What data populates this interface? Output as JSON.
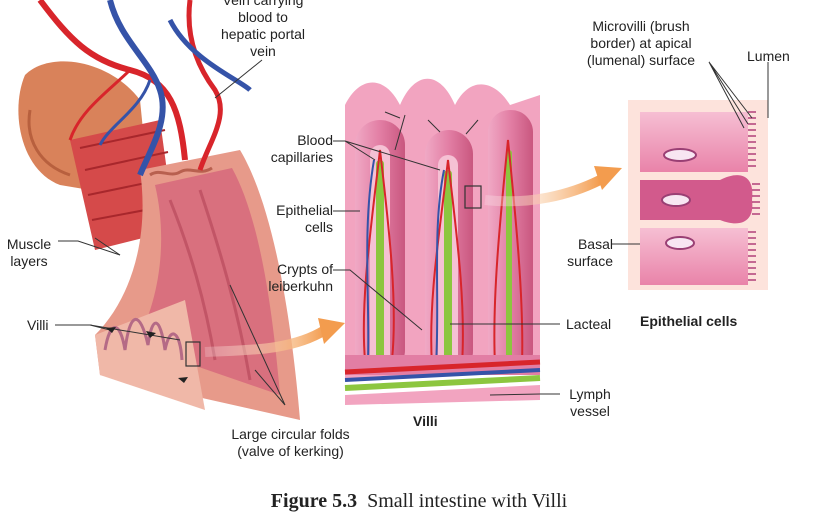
{
  "labels": {
    "vein": "Vein carrying\nblood to\nhepatic portal\nvein",
    "muscle": "Muscle\nlayers",
    "villi_left": "Villi",
    "circular_folds": "Large circular folds\n(valve of kerking)",
    "blood_capillaries": "Blood\ncapillaries",
    "epithelial_cells_mid": "Epithelial\ncells",
    "crypts": "Crypts of\nleiberkuhn",
    "lacteal": "Lacteal",
    "lymph_vessel": "Lymph\nvessel",
    "villi_center": "Villi",
    "microvilli": "Microvilli (brush\nborder) at apical\n(lumenal) surface",
    "lumen": "Lumen",
    "basal_surface": "Basal\nsurface",
    "epithelial_cells_right": "Epithelial cells"
  },
  "caption": {
    "number": "Figure 5.3",
    "text": "Small intestine with Villi"
  },
  "colors": {
    "muscle_outer": "#d9825a",
    "intestine_wall": "#e79a8a",
    "lumen_pink": "#d9707e",
    "villus_pink": "#e88fb0",
    "artery_red": "#d8252b",
    "vein_blue": "#3553a8",
    "lacteal_green": "#8cc63f",
    "arrow_orange": "#f39c4e",
    "cell_pink": "#f2a4c0"
  }
}
